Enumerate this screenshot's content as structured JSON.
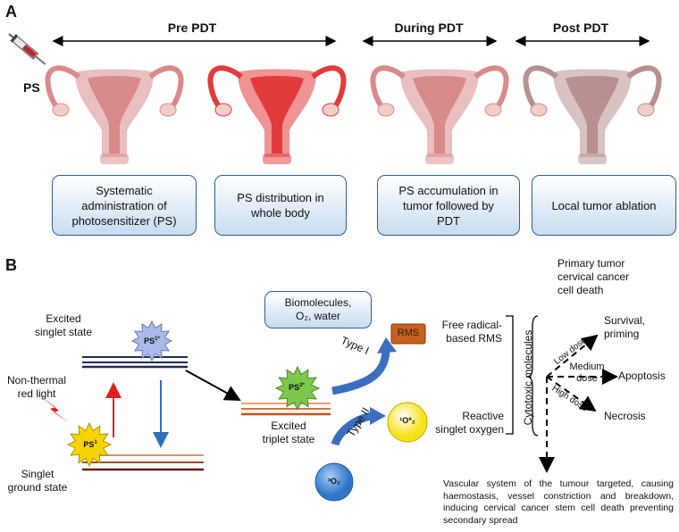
{
  "panel_a": {
    "label": "A",
    "phases": {
      "pre": "Pre PDT",
      "during": "During PDT",
      "post": "Post PDT"
    },
    "ps_label": "PS",
    "boxes": [
      "Systematic\nadministration of\nphotosensitizer (PS)",
      "PS distribution in\nwhole body",
      "PS accumulation in\ntumor followed by\nPDT",
      "Local tumor ablation"
    ],
    "uterus_colors": [
      "#d98a8a",
      "#e23b3b",
      "#d98a8a",
      "#b89090"
    ]
  },
  "panel_b": {
    "label": "B",
    "excited_singlet": "Excited\nsinglet state",
    "light": "Non-thermal\nred light",
    "ground": "Singlet\nground state",
    "ps1": "PS",
    "ps1_sup": "1",
    "ps1star": "PS",
    "ps1star_sup": "1*",
    "ps3star": "PS",
    "ps3star_sup": "3*",
    "excited_triplet": "Excited\ntriplet state",
    "biomolecules": "Biomolecules,\nO₂, water",
    "type1": "Type I",
    "type2": "Type II",
    "rms_box": "RMS",
    "free_radical": "Free radical-\nbased RMS",
    "singlet_o2": "¹O*₂",
    "reactive": "Reactive\nsinglet oxygen",
    "triplet_o2": "³O₂",
    "cytotoxic": "Cytotoxic molecules",
    "primary": "Primary  tumor\ncervical cancer\ncell death",
    "low_dose": "Low dose",
    "medium_dose": "Medium\ndose",
    "high_dose": "High dose",
    "survival": "Survival,\npriming",
    "apoptosis": "Apoptosis",
    "necrosis": "Necrosis",
    "vascular": "Vascular system of the tumour targeted, causing haemostasis, vessel constriction and breakdown, inducing cervical cancer stem cell death preventing secondary spread"
  },
  "colors": {
    "box_border": "#2d5f8f",
    "red_arrow": "#e02020",
    "blue_arrow": "#2f6fc0",
    "ps1_star": "#f5d400",
    "ps1star_star": "#a9b9e8",
    "ps3star_star": "#7cc84a",
    "rms": "#c8611e",
    "singlet_o2_circle": "#f6e21a",
    "triplet_o2_circle": "#3d86d4",
    "lightning": "#e81818"
  }
}
